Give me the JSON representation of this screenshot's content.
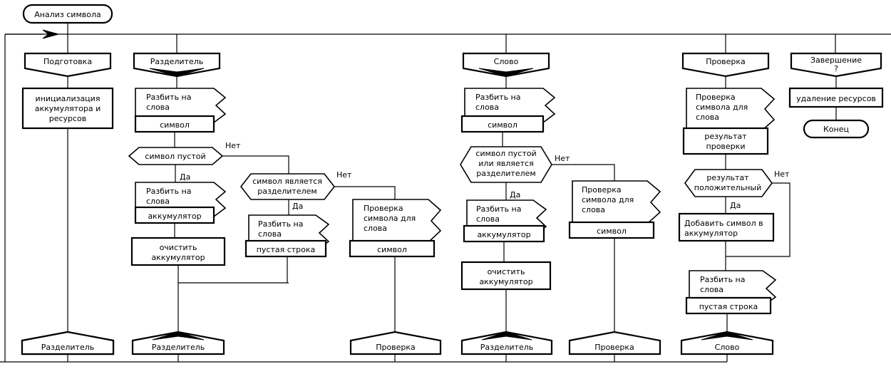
{
  "diagram": {
    "title": "Анализ символа",
    "language": "ru",
    "type": "flowchart",
    "labels": {
      "yes": "Да",
      "no": "Нет",
      "question_mark": "?"
    },
    "nodes": {
      "start": {
        "text": "Анализ символа",
        "shape": "terminator"
      },
      "end": {
        "text": "Конец",
        "shape": "terminator"
      },
      "receive_podgotovka": {
        "text": "Подготовка",
        "shape": "receive-signal"
      },
      "receive_razdelitel": {
        "text": "Разделитель",
        "shape": "receive-signal-filled"
      },
      "receive_slovo": {
        "text": "Слово",
        "shape": "receive-signal-filled"
      },
      "receive_proverka": {
        "text": "Проверка",
        "shape": "receive-signal"
      },
      "receive_zavershenie": {
        "text": "Завершение",
        "shape": "receive-signal",
        "sub": "?"
      },
      "init": {
        "text": "инициализация аккумулятора и ресурсов",
        "shape": "process"
      },
      "delete_res": {
        "text": "удаление ресурсов",
        "shape": "process"
      },
      "call_split_simvol_1": {
        "text": "Разбить на слова",
        "result": "символ",
        "shape": "call-activity"
      },
      "call_split_akk_1": {
        "text": "Разбить на слова",
        "result": "аккумулятор",
        "shape": "call-activity"
      },
      "call_split_empty_1": {
        "text": "Разбить на слова",
        "result": "пустая строка",
        "shape": "call-activity"
      },
      "call_check_simvol_1": {
        "text": "Проверка символа для слова",
        "result": "символ",
        "shape": "call-activity"
      },
      "call_split_simvol_2": {
        "text": "Разбить на слова",
        "result": "символ",
        "shape": "call-activity"
      },
      "call_split_akk_2": {
        "text": "Разбить на слова",
        "result": "аккумулятор",
        "shape": "call-activity"
      },
      "call_check_simvol_2": {
        "text": "Проверка символа для слова",
        "result": "символ",
        "shape": "call-activity"
      },
      "call_check_result": {
        "text": "Проверка символа для слова",
        "result": "результат проверки",
        "shape": "call-activity"
      },
      "call_split_empty_2": {
        "text": "Разбить на слова",
        "result": "пустая строка",
        "shape": "call-activity"
      },
      "clear_akk_1": {
        "text": "очистить аккумулятор",
        "shape": "process"
      },
      "clear_akk_2": {
        "text": "очистить аккумулятор",
        "shape": "process"
      },
      "add_simvol": {
        "text": "Добавить символ в аккумулятор",
        "shape": "process"
      },
      "dec_simvol_pustoy": {
        "text": "символ пустой",
        "shape": "decision"
      },
      "dec_simvol_razdelitel": {
        "text": "символ является разделителем",
        "shape": "decision"
      },
      "dec_simvol_pustoy_or": {
        "text": "символ пустой или является разделителем",
        "shape": "decision"
      },
      "dec_result_pos": {
        "text": "результат положительный",
        "shape": "decision"
      },
      "send_razdelitel_1": {
        "text": "Разделитель",
        "shape": "send-signal"
      },
      "send_razdelitel_2": {
        "text": "Разделитель",
        "shape": "send-signal-filled"
      },
      "send_proverka_1": {
        "text": "Проверка",
        "shape": "send-signal"
      },
      "send_razdelitel_3": {
        "text": "Разделитель",
        "shape": "send-signal-filled"
      },
      "send_proverka_2": {
        "text": "Проверка",
        "shape": "send-signal"
      },
      "send_slovo": {
        "text": "Слово",
        "shape": "send-signal-filled"
      }
    },
    "colors": {
      "stroke": "#000000",
      "fill": "#ffffff",
      "background": "#ffffff"
    }
  }
}
